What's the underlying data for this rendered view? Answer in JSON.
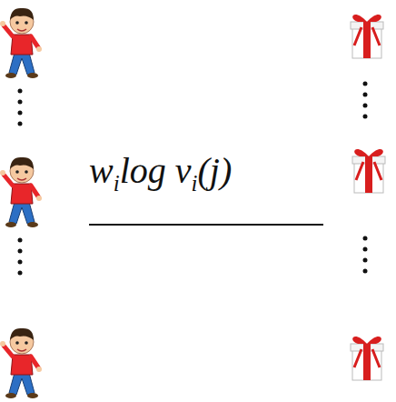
{
  "diagram": {
    "labels": [
      "w",
      "i",
      "log v",
      "i",
      "(j)"
    ]
  }
}
